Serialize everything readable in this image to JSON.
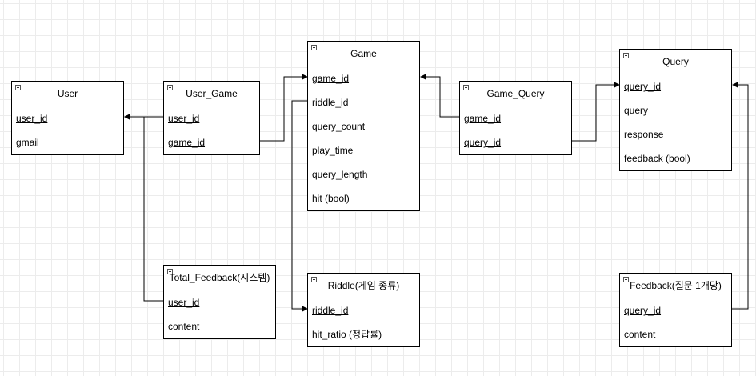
{
  "entities": {
    "user": {
      "title": "User",
      "fields": [
        "user_id",
        "gmail"
      ]
    },
    "user_game": {
      "title": "User_Game",
      "fields": [
        "user_id",
        "game_id"
      ]
    },
    "game": {
      "title": "Game",
      "fields": [
        "game_id",
        "riddle_id",
        "query_count",
        "play_time",
        "query_length",
        "hit (bool)"
      ]
    },
    "game_query": {
      "title": "Game_Query",
      "fields": [
        "game_id",
        "query_id"
      ]
    },
    "query": {
      "title": "Query",
      "fields": [
        "query_id",
        "query",
        "response",
        "feedback (bool)"
      ]
    },
    "total_feedback": {
      "title": "Total_Feedback(시스템)",
      "fields": [
        "user_id",
        "content"
      ]
    },
    "riddle": {
      "title": "Riddle(게임 종류)",
      "fields": [
        "riddle_id",
        "hit_ratio (정답률)"
      ]
    },
    "feedback": {
      "title": "Feedback(질문 1개당)",
      "fields": [
        "query_id",
        "content"
      ]
    }
  },
  "colors": {
    "line": "#000000",
    "grid": "#ececec"
  }
}
